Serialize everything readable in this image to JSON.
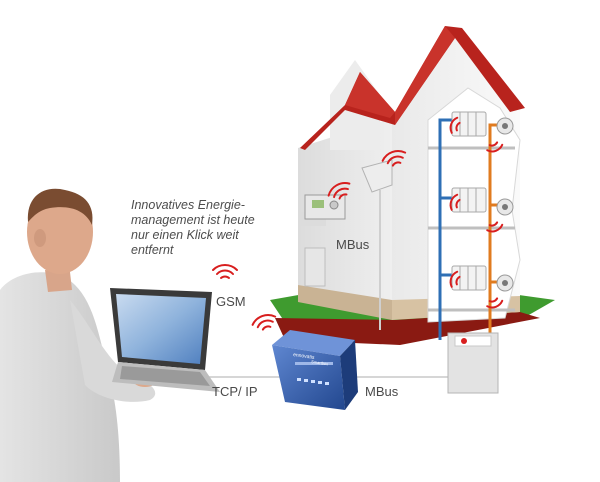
{
  "caption": {
    "lines": [
      "Innovatives Energie-",
      "management ist heute",
      "nur einen Klick weit",
      "entfernt"
    ]
  },
  "labels": {
    "gsm": "GSM",
    "mbus_upper": "MBus",
    "tcpip": "TCP/ IP",
    "mbus_lower": "MBus"
  },
  "device": {
    "brand": "ennovatis",
    "model": "Smartbox"
  },
  "colors": {
    "roof": "#b8231d",
    "wall": "#f4f4f4",
    "base": "#c9b394",
    "lawn": "#3f9b2f",
    "ground": "#8a1a12",
    "supply_pipe": "#e07b1f",
    "return_pipe": "#2e6fb5",
    "device_blue": "#2d55a4",
    "signal_red": "#d81e1e"
  },
  "icons": [
    "signal-waves-icon",
    "laptop-icon",
    "person-icon",
    "house-icon",
    "radiator-icon",
    "heat-meter-icon",
    "gateway-device-icon",
    "boiler-icon"
  ]
}
